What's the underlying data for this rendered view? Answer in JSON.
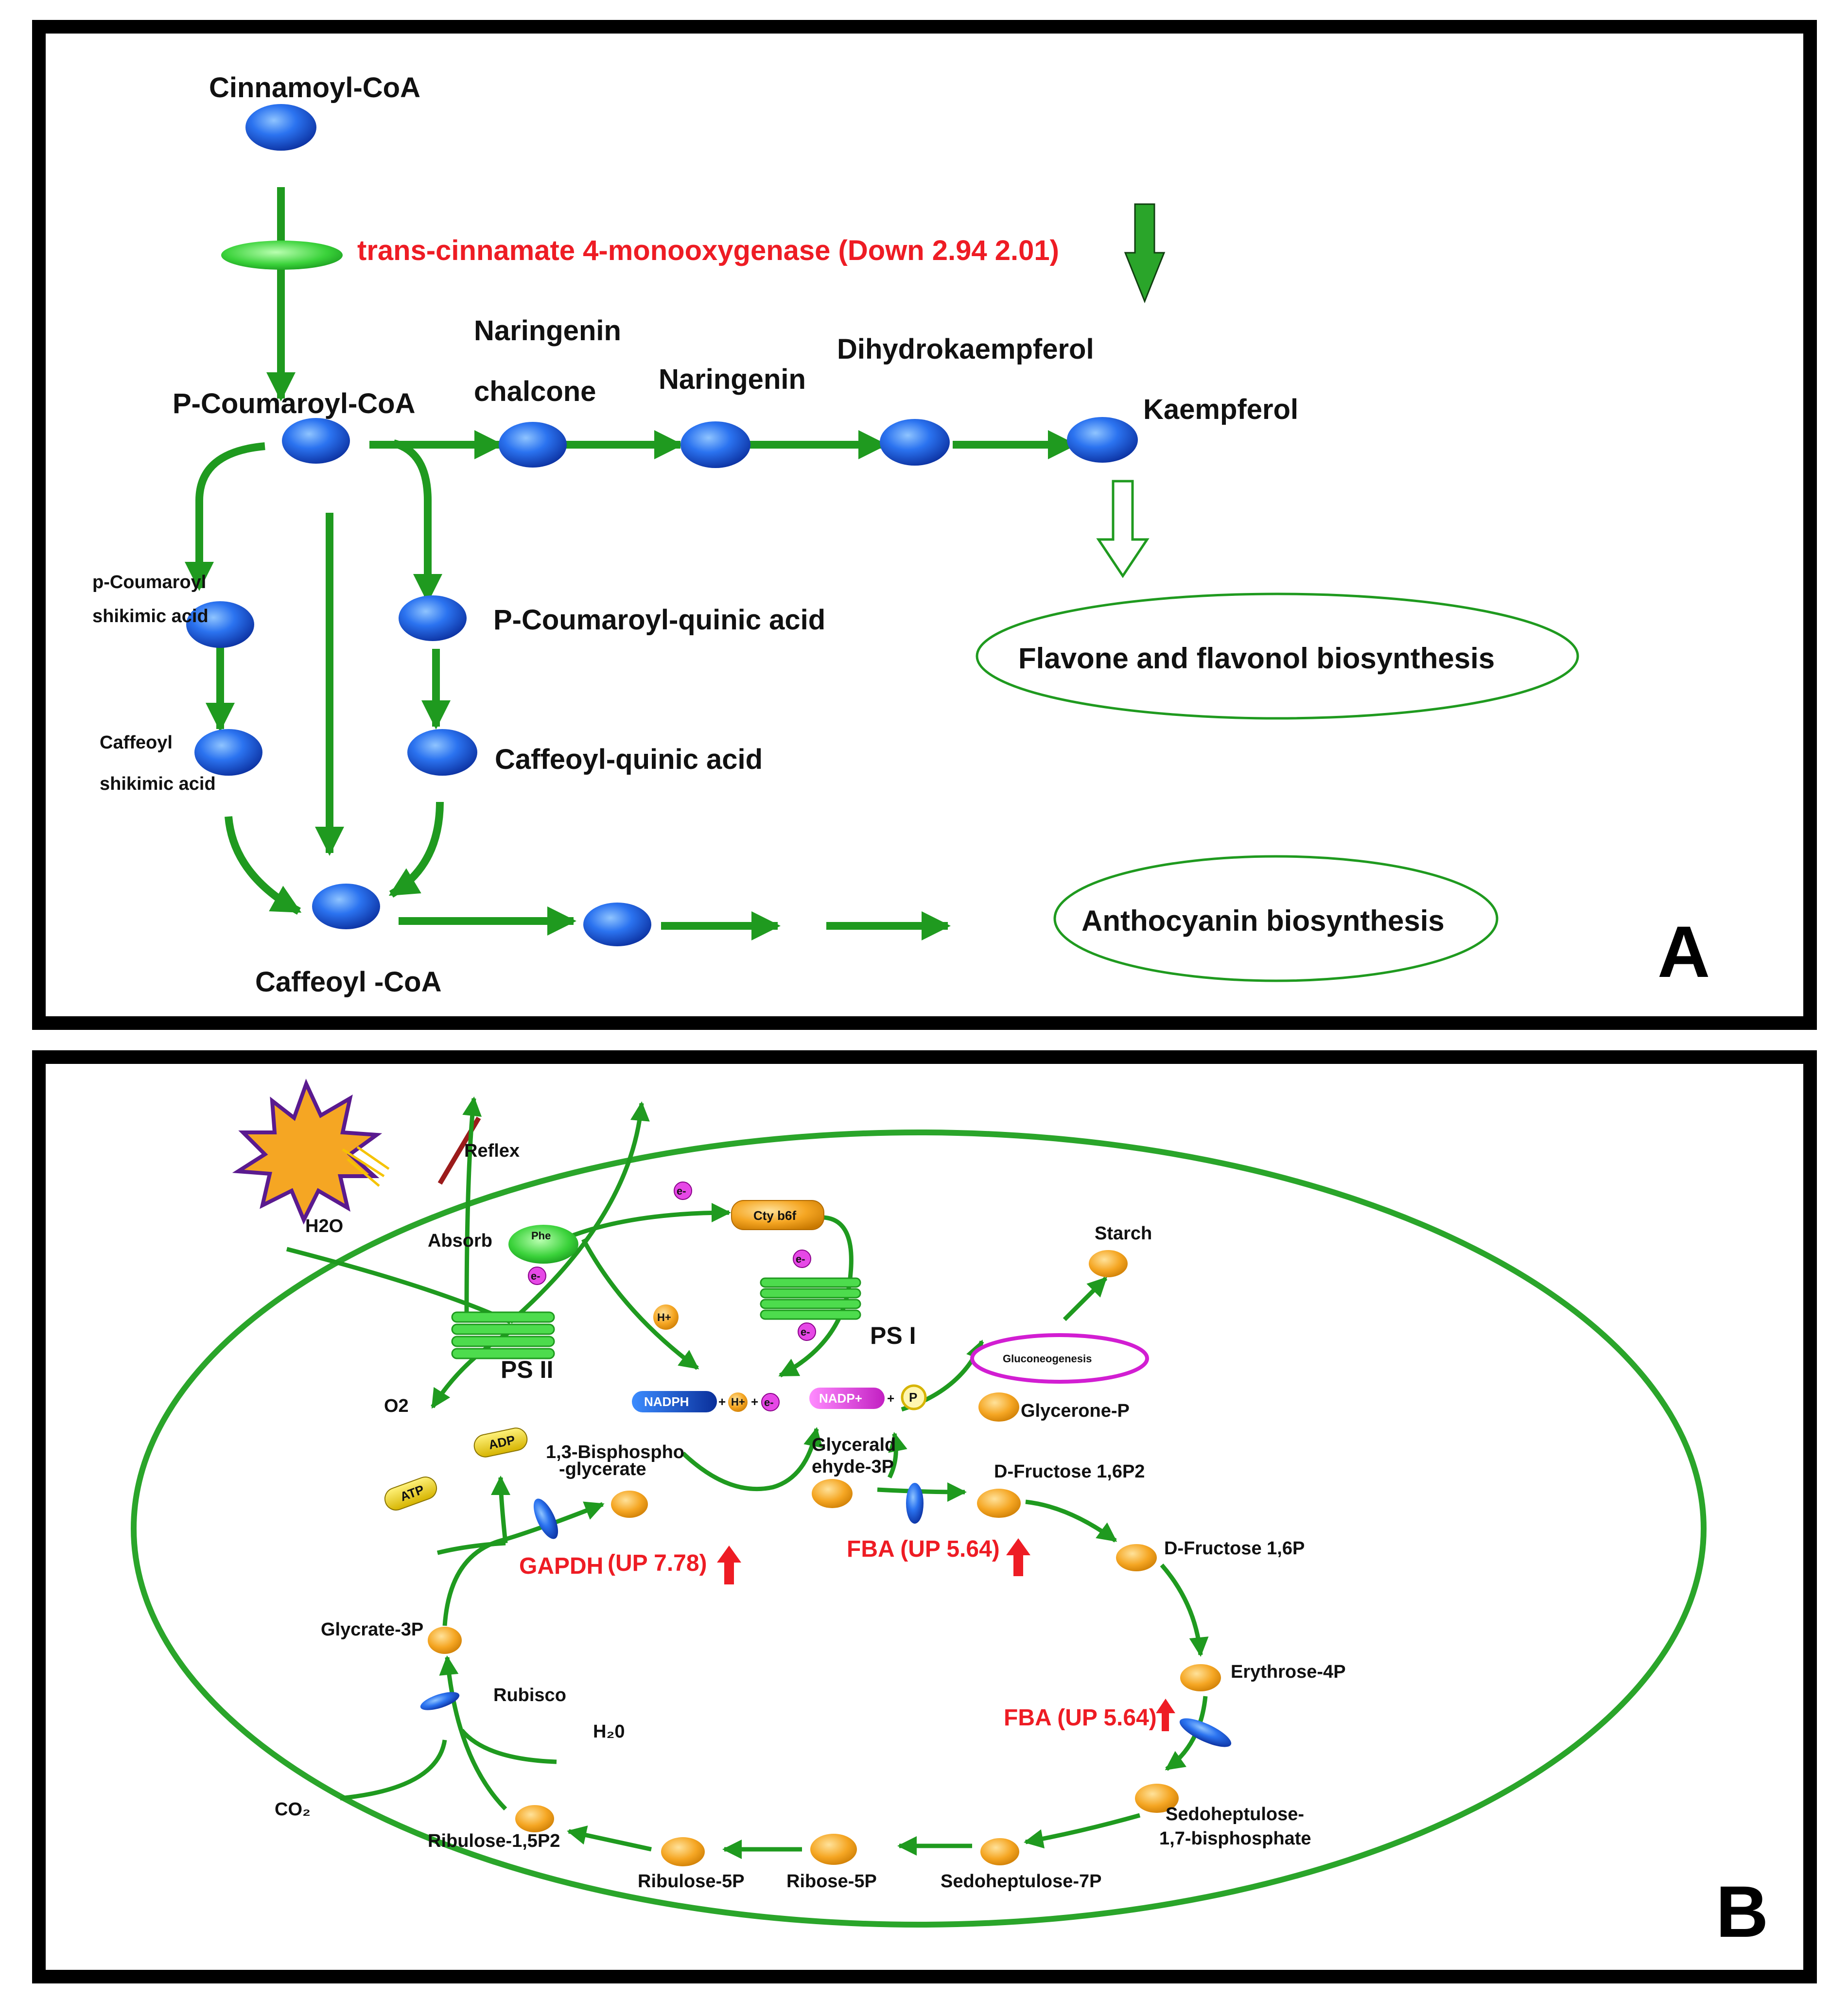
{
  "panelA": {
    "letter": "A",
    "molecules": {
      "cinnamoyl": "Cinnamoyl-CoA",
      "pcoumaroyl": "P-Coumaroyl-CoA",
      "naringenin_chalcone_1": "Naringenin",
      "naringenin_chalcone_2": "chalcone",
      "naringenin": "Naringenin",
      "dihydrokaempferol": "Dihydrokaempferol",
      "kaempferol": "Kaempferol",
      "pcoum_shikimic_1": "p-Coumaroyl",
      "pcoum_shikimic_2": "shikimic acid",
      "caffeoyl_shikimic_1": "Caffeoyl",
      "caffeoyl_shikimic_2": "shikimic acid",
      "pcoum_quinic": "P-Coumaroyl-quinic acid",
      "caffeoyl_quinic": "Caffeoyl-quinic acid",
      "caffeoyl_coa": "Caffeoyl -CoA"
    },
    "enzyme": "trans-cinnamate 4-monooxygenase (Down 2.94  2.01)",
    "outcomes": {
      "flavone": "Flavone and flavonol biosynthesis",
      "anthocyanin": "Anthocyanin biosynthesis"
    }
  },
  "panelB": {
    "letter": "B",
    "light": {
      "reflex": "Reflex",
      "absorb": "Absorb",
      "h2o": "H2O",
      "o2": "O2",
      "phe": "Phe",
      "cty": "Cty b6f",
      "ps2": "PS II",
      "ps1": "PS I",
      "e": "e-",
      "hplus": "H+",
      "nadph": "NADPH",
      "nadp": "NADP+",
      "p": "P",
      "plus": "+"
    },
    "cycle": {
      "starch": "Starch",
      "gluconeogenesis": "Gluconeogenesis",
      "glycerone": "Glycerone-P",
      "bpg_1": "1,3-Bisphospho",
      "bpg_2": "-glycerate",
      "gap_1": "Glycerald",
      "gap_2": "ehyde-3P",
      "fbp": "D-Fructose 1,6P2",
      "f16p": "D-Fructose 1,6P",
      "e4p": "Erythrose-4P",
      "sbp_1": "Sedoheptulose-",
      "sbp_2": "1,7-bisphosphate",
      "s7p": "Sedoheptulose-7P",
      "r5p": "Ribose-5P",
      "ru5p": "Ribulose-5P",
      "rubp": "Ribulose-1,5P2",
      "g3p": "Glycrate-3P",
      "rubisco": "Rubisco",
      "h2o": "H₂0",
      "co2": "CO₂",
      "atp": "ATP",
      "adp": "ADP"
    },
    "enzymes": {
      "gapdh_name": "GAPDH",
      "gapdh_val": "(UP 7.78)",
      "fba1": "FBA (UP 5.64)",
      "fba2": "FBA (UP 5.64)"
    }
  },
  "colors": {
    "arrow_green": "#1f9a1f",
    "node_blue": "#1f5fe0",
    "node_orange": "#f5a623",
    "enzyme_red": "#ee1c24",
    "frame": "#000000"
  }
}
